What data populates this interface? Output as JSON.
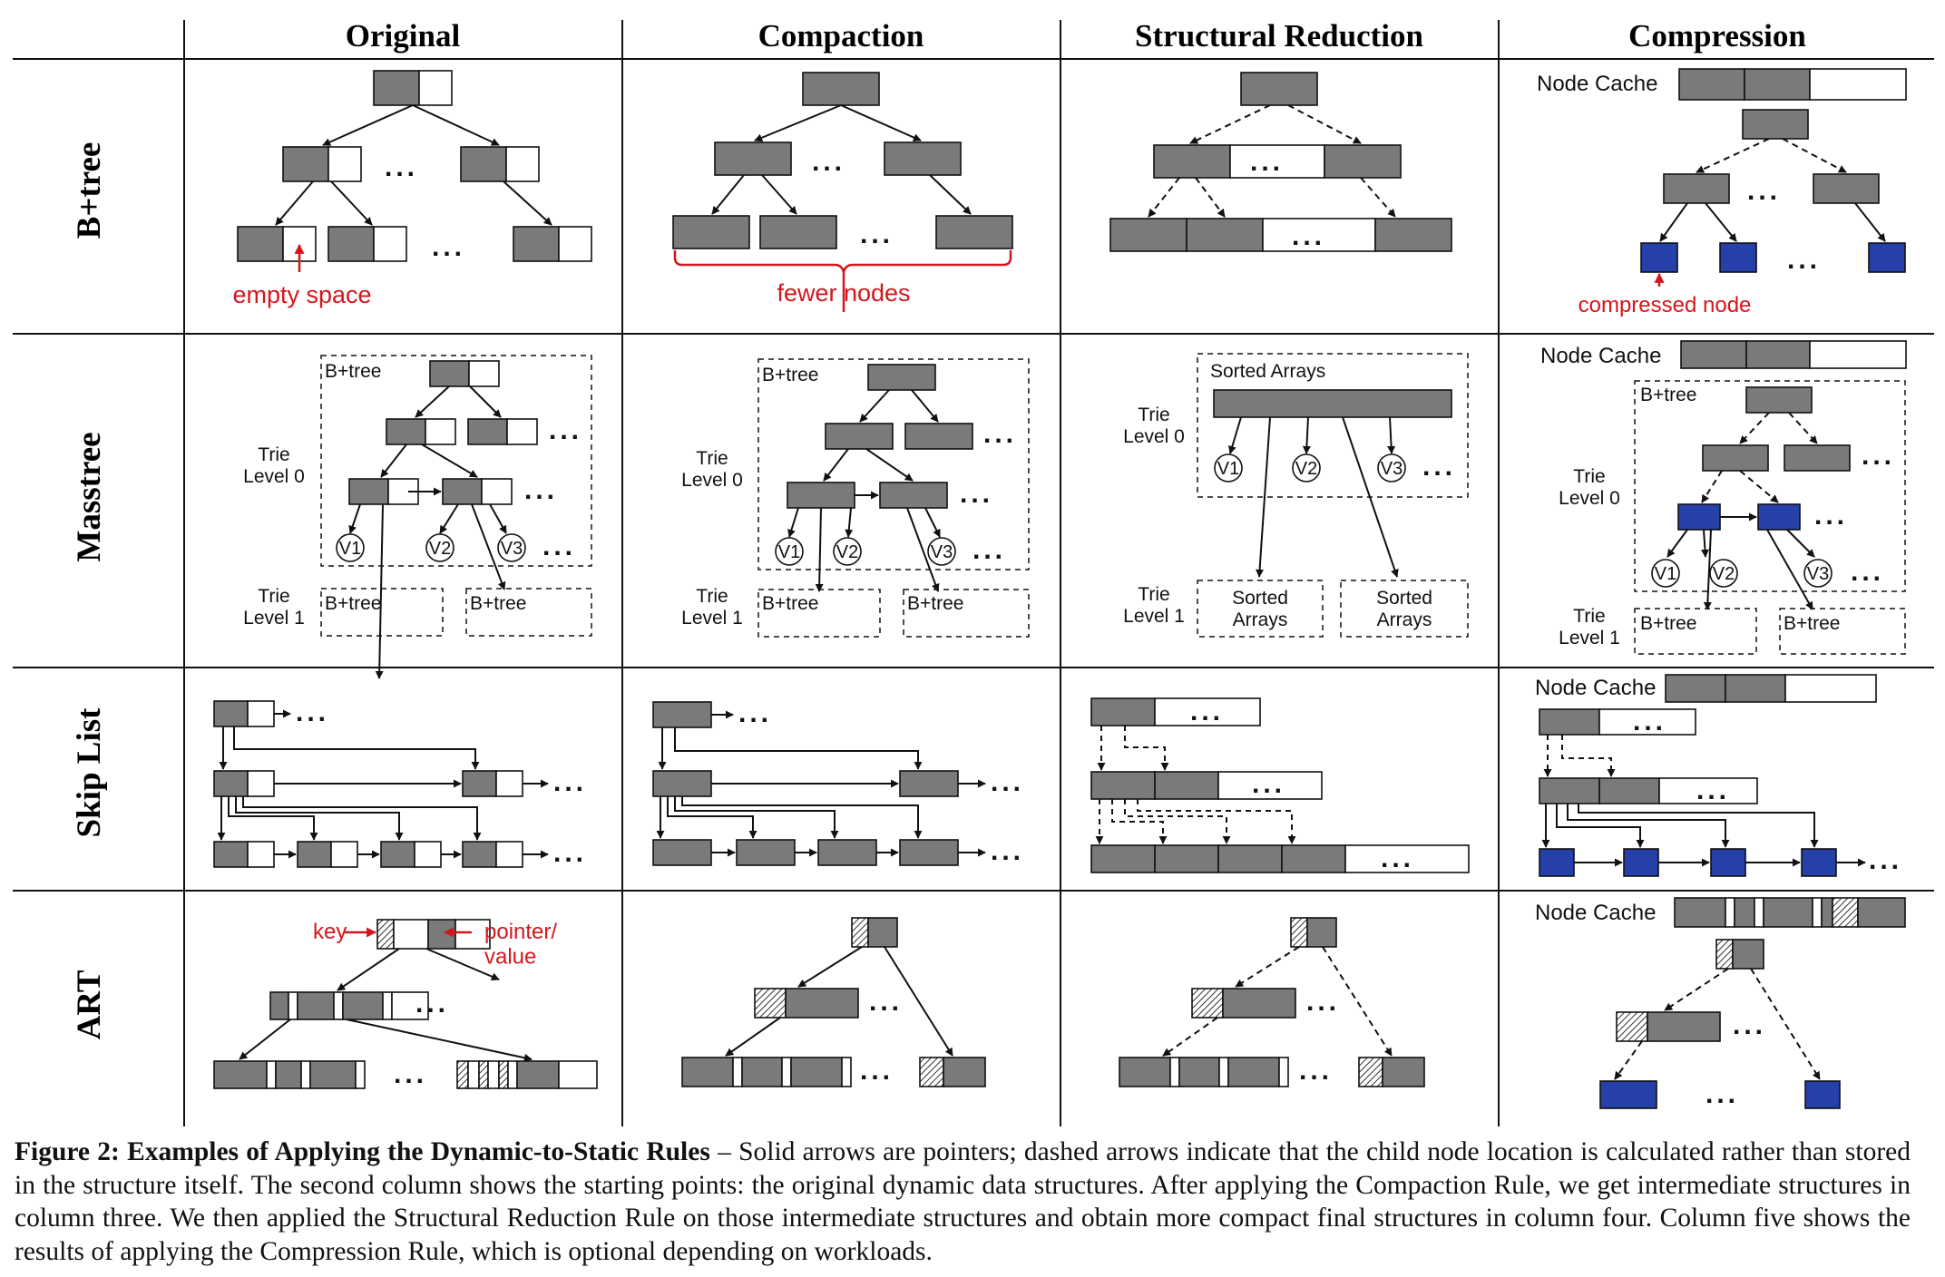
{
  "columns": [
    "Original",
    "Compaction",
    "Structural Reduction",
    "Compression"
  ],
  "rows": [
    "B+tree",
    "Masstree",
    "Skip List",
    "ART"
  ],
  "annotations": {
    "empty_space": "empty space",
    "fewer_nodes": "fewer nodes",
    "compressed_node": "compressed node",
    "key": "key",
    "pointer_value": "pointer/\nvalue"
  },
  "labels": {
    "node_cache": "Node Cache",
    "bplustree": "B+tree",
    "trie_level0": "Trie\nLevel 0",
    "trie_level1": "Trie\nLevel 1",
    "sorted_arrays_header": "Sorted Arrays",
    "sorted_arrays_box": "Sorted\nArrays",
    "v1": "V1",
    "v2": "V2",
    "v3": "V3",
    "ellipsis": "..."
  },
  "colors": {
    "node_gray": "#7a7a7a",
    "compressed_blue": "#2540a8",
    "annotation_red": "#d4161c"
  },
  "caption": {
    "title": "Figure 2: Examples of Applying the Dynamic-to-Static Rules",
    "text": " – Solid arrows are pointers; dashed arrows indicate that the child node location is calculated rather than stored in the structure itself. The second column shows the starting points: the original dynamic data structures. After applying the Compaction Rule, we get intermediate structures in column three. We then applied the Structural Reduction Rule on those intermediate structures and obtain more compact final structures in column four. Column five shows the results of applying the Compression Rule, which is optional depending on workloads."
  }
}
